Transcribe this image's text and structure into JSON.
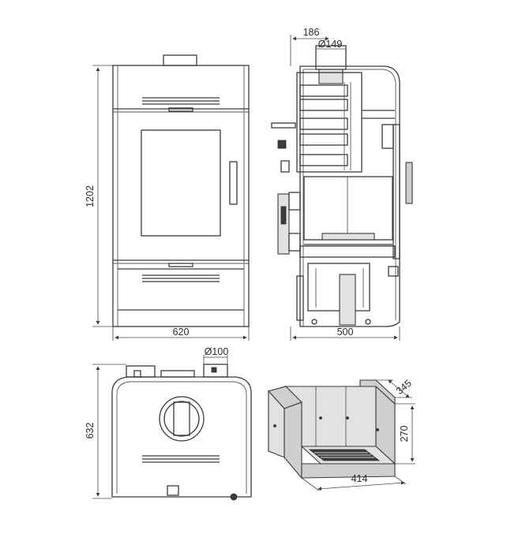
{
  "dimensions": {
    "flue_offset": "186",
    "flue_diameter": "Ø149",
    "height": "1202",
    "width_front": "620",
    "depth_side": "500",
    "air_inlet_diameter": "Ø100",
    "depth_top": "632",
    "firebox_depth": "345",
    "firebox_height": "270",
    "firebox_width": "414"
  },
  "colors": {
    "line": "#3a3a3a",
    "fill_grey": "#cfcfcf",
    "fill_light": "#e2e2e2"
  }
}
